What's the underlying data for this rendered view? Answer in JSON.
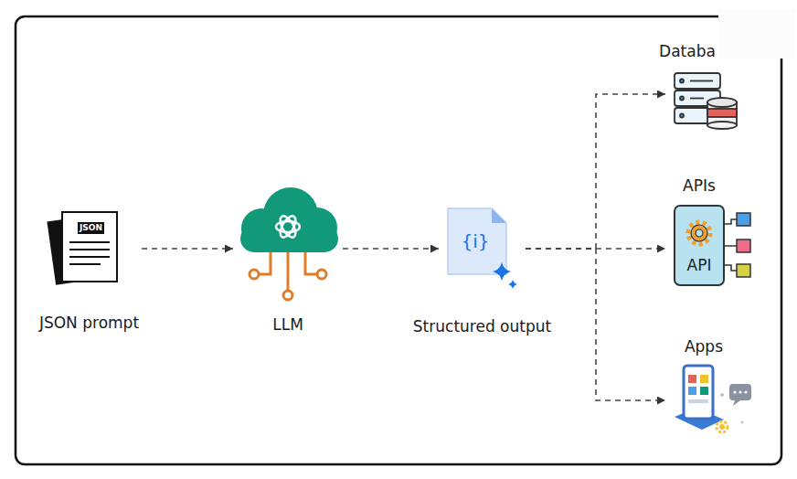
{
  "diagram": {
    "nodes": [
      {
        "text": [
          "JSON prompt"
        ]
      },
      {
        "text": [
          "LLM"
        ]
      },
      {
        "text": [
          "Structured output"
        ]
      },
      {
        "text": [
          "Databa"
        ]
      },
      {
        "text": [
          "APIs"
        ]
      },
      {
        "text": [
          "Apps"
        ]
      }
    ],
    "edges": [
      {
        "from": 0,
        "to": 1,
        "arrow": "to"
      },
      {
        "from": 1,
        "to": 2,
        "arrow": "to"
      },
      {
        "from": 2,
        "to": 3,
        "arrow": "to"
      },
      {
        "from": 2,
        "to": 4,
        "arrow": "to"
      },
      {
        "from": 2,
        "to": 5,
        "arrow": "to"
      }
    ],
    "labels": [
      "JSON",
      "{i}",
      "API"
    ]
  }
}
